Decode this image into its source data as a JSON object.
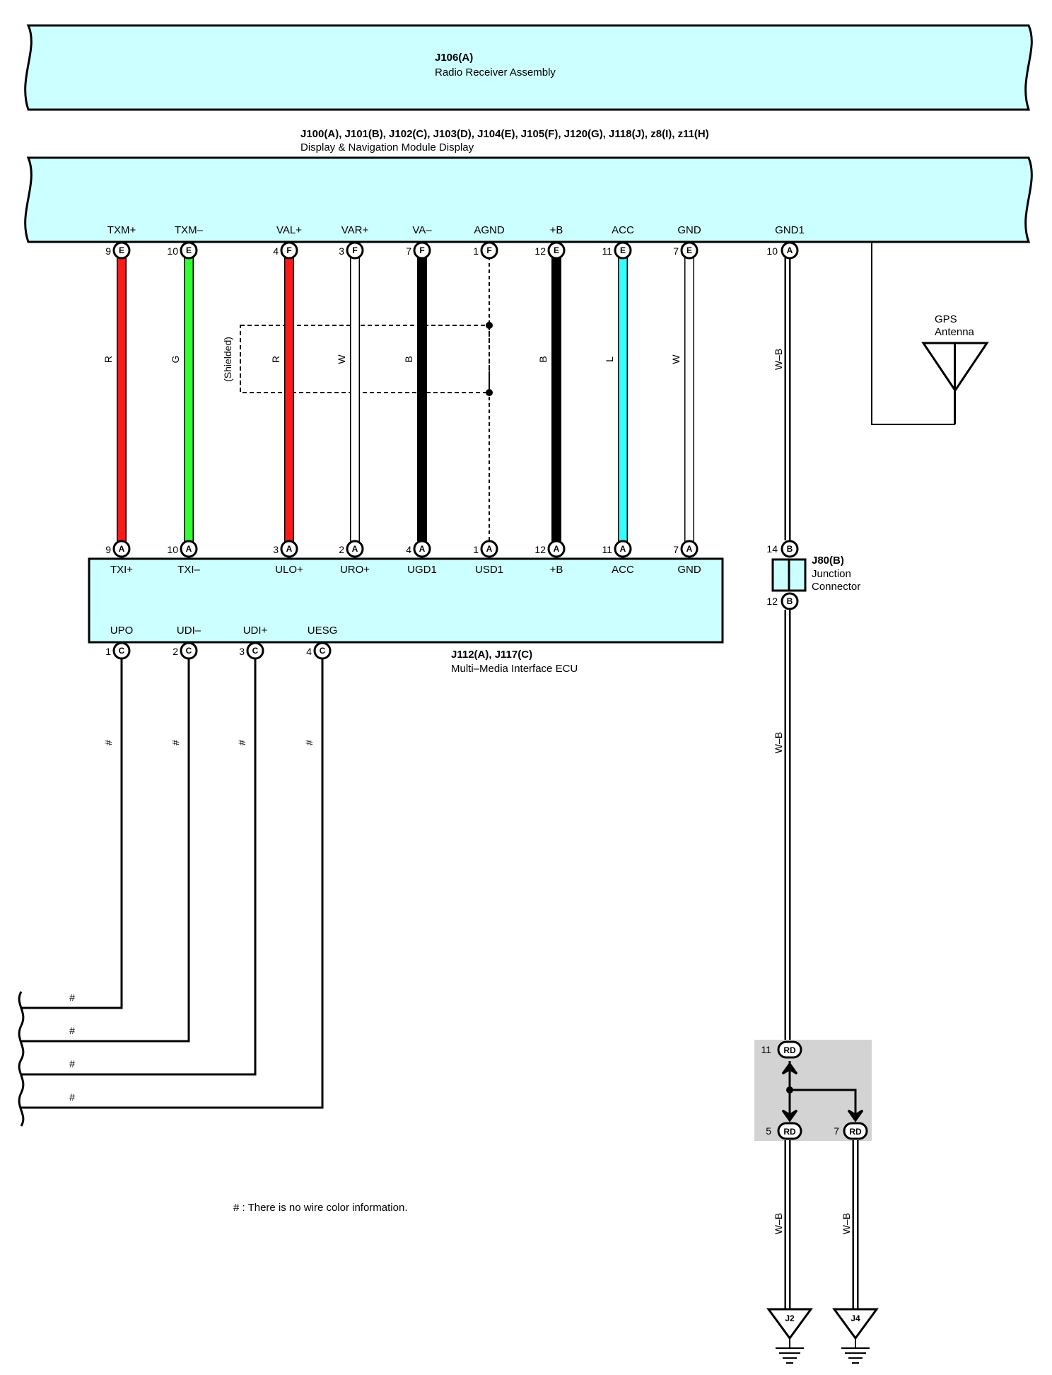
{
  "radio": {
    "code": "J106(A)",
    "name": "Radio Receiver Assembly"
  },
  "display": {
    "code": "J100(A), J101(B), J102(C), J103(D), J104(E), J105(F), J120(G), J118(J), z8(I), z11(H)",
    "name": "Display & Navigation Module Display"
  },
  "ecu": {
    "code": "J112(A), J117(C)",
    "name": "Multi–Media Interface ECU"
  },
  "junction": {
    "code": "J80(B)",
    "name1": "Junction",
    "name2": "Connector"
  },
  "gps": {
    "line1": "GPS",
    "line2": "Antenna"
  },
  "shield_label": "(Shielded)",
  "note": "# : There is no wire color information.",
  "wires": [
    {
      "top_label": "TXM+",
      "top_pin": "9",
      "top_conn": "E",
      "color_code": "R",
      "color": "#ff1a1a",
      "bot_pin": "9",
      "bot_conn": "A",
      "bot_label": "TXI+"
    },
    {
      "top_label": "TXM–",
      "top_pin": "10",
      "top_conn": "E",
      "color_code": "G",
      "color": "#33ff33",
      "bot_pin": "10",
      "bot_conn": "A",
      "bot_label": "TXI–"
    },
    {
      "top_label": "VAL+",
      "top_pin": "4",
      "top_conn": "F",
      "color_code": "R",
      "color": "#ff1a1a",
      "bot_pin": "3",
      "bot_conn": "A",
      "bot_label": "ULO+"
    },
    {
      "top_label": "VAR+",
      "top_pin": "3",
      "top_conn": "F",
      "color_code": "W",
      "color": "#ffffff",
      "bot_pin": "2",
      "bot_conn": "A",
      "bot_label": "URO+"
    },
    {
      "top_label": "VA–",
      "top_pin": "7",
      "top_conn": "F",
      "color_code": "B",
      "color": "#000000",
      "bot_pin": "4",
      "bot_conn": "A",
      "bot_label": "UGD1"
    },
    {
      "top_label": "AGND",
      "top_pin": "1",
      "top_conn": "F",
      "color_code": "",
      "color": "",
      "bot_pin": "1",
      "bot_conn": "A",
      "bot_label": "USD1"
    },
    {
      "top_label": "+B",
      "top_pin": "12",
      "top_conn": "E",
      "color_code": "B",
      "color": "#000000",
      "bot_pin": "12",
      "bot_conn": "A",
      "bot_label": "+B"
    },
    {
      "top_label": "ACC",
      "top_pin": "11",
      "top_conn": "E",
      "color_code": "L",
      "color": "#33ffff",
      "bot_pin": "11",
      "bot_conn": "A",
      "bot_label": "ACC"
    },
    {
      "top_label": "GND",
      "top_pin": "7",
      "top_conn": "E",
      "color_code": "W",
      "color": "#ffffff",
      "bot_pin": "7",
      "bot_conn": "A",
      "bot_label": "GND"
    }
  ],
  "gnd1": {
    "label": "GND1",
    "pin": "10",
    "conn": "A",
    "color_code": "W–B",
    "jc_top_pin": "14",
    "jc_top_conn": "B",
    "jc_bot_pin": "12",
    "jc_bot_conn": "B",
    "color_code2": "W–B"
  },
  "ecu_lower": [
    {
      "label": "UPO",
      "pin": "1",
      "conn": "C",
      "mark": "#",
      "mark2": "#"
    },
    {
      "label": "UDI–",
      "pin": "2",
      "conn": "C",
      "mark": "#",
      "mark2": "#"
    },
    {
      "label": "UDI+",
      "pin": "3",
      "conn": "C",
      "mark": "#",
      "mark2": "#"
    },
    {
      "label": "UESG",
      "pin": "4",
      "conn": "C",
      "mark": "#",
      "mark2": "#"
    }
  ],
  "splice": {
    "conn": "RD",
    "in_pin": "11",
    "out1_pin": "5",
    "out1_code": "W–B",
    "out1_ground": "J2",
    "out2_pin": "7",
    "out2_code": "W–B",
    "out2_ground": "J4"
  }
}
